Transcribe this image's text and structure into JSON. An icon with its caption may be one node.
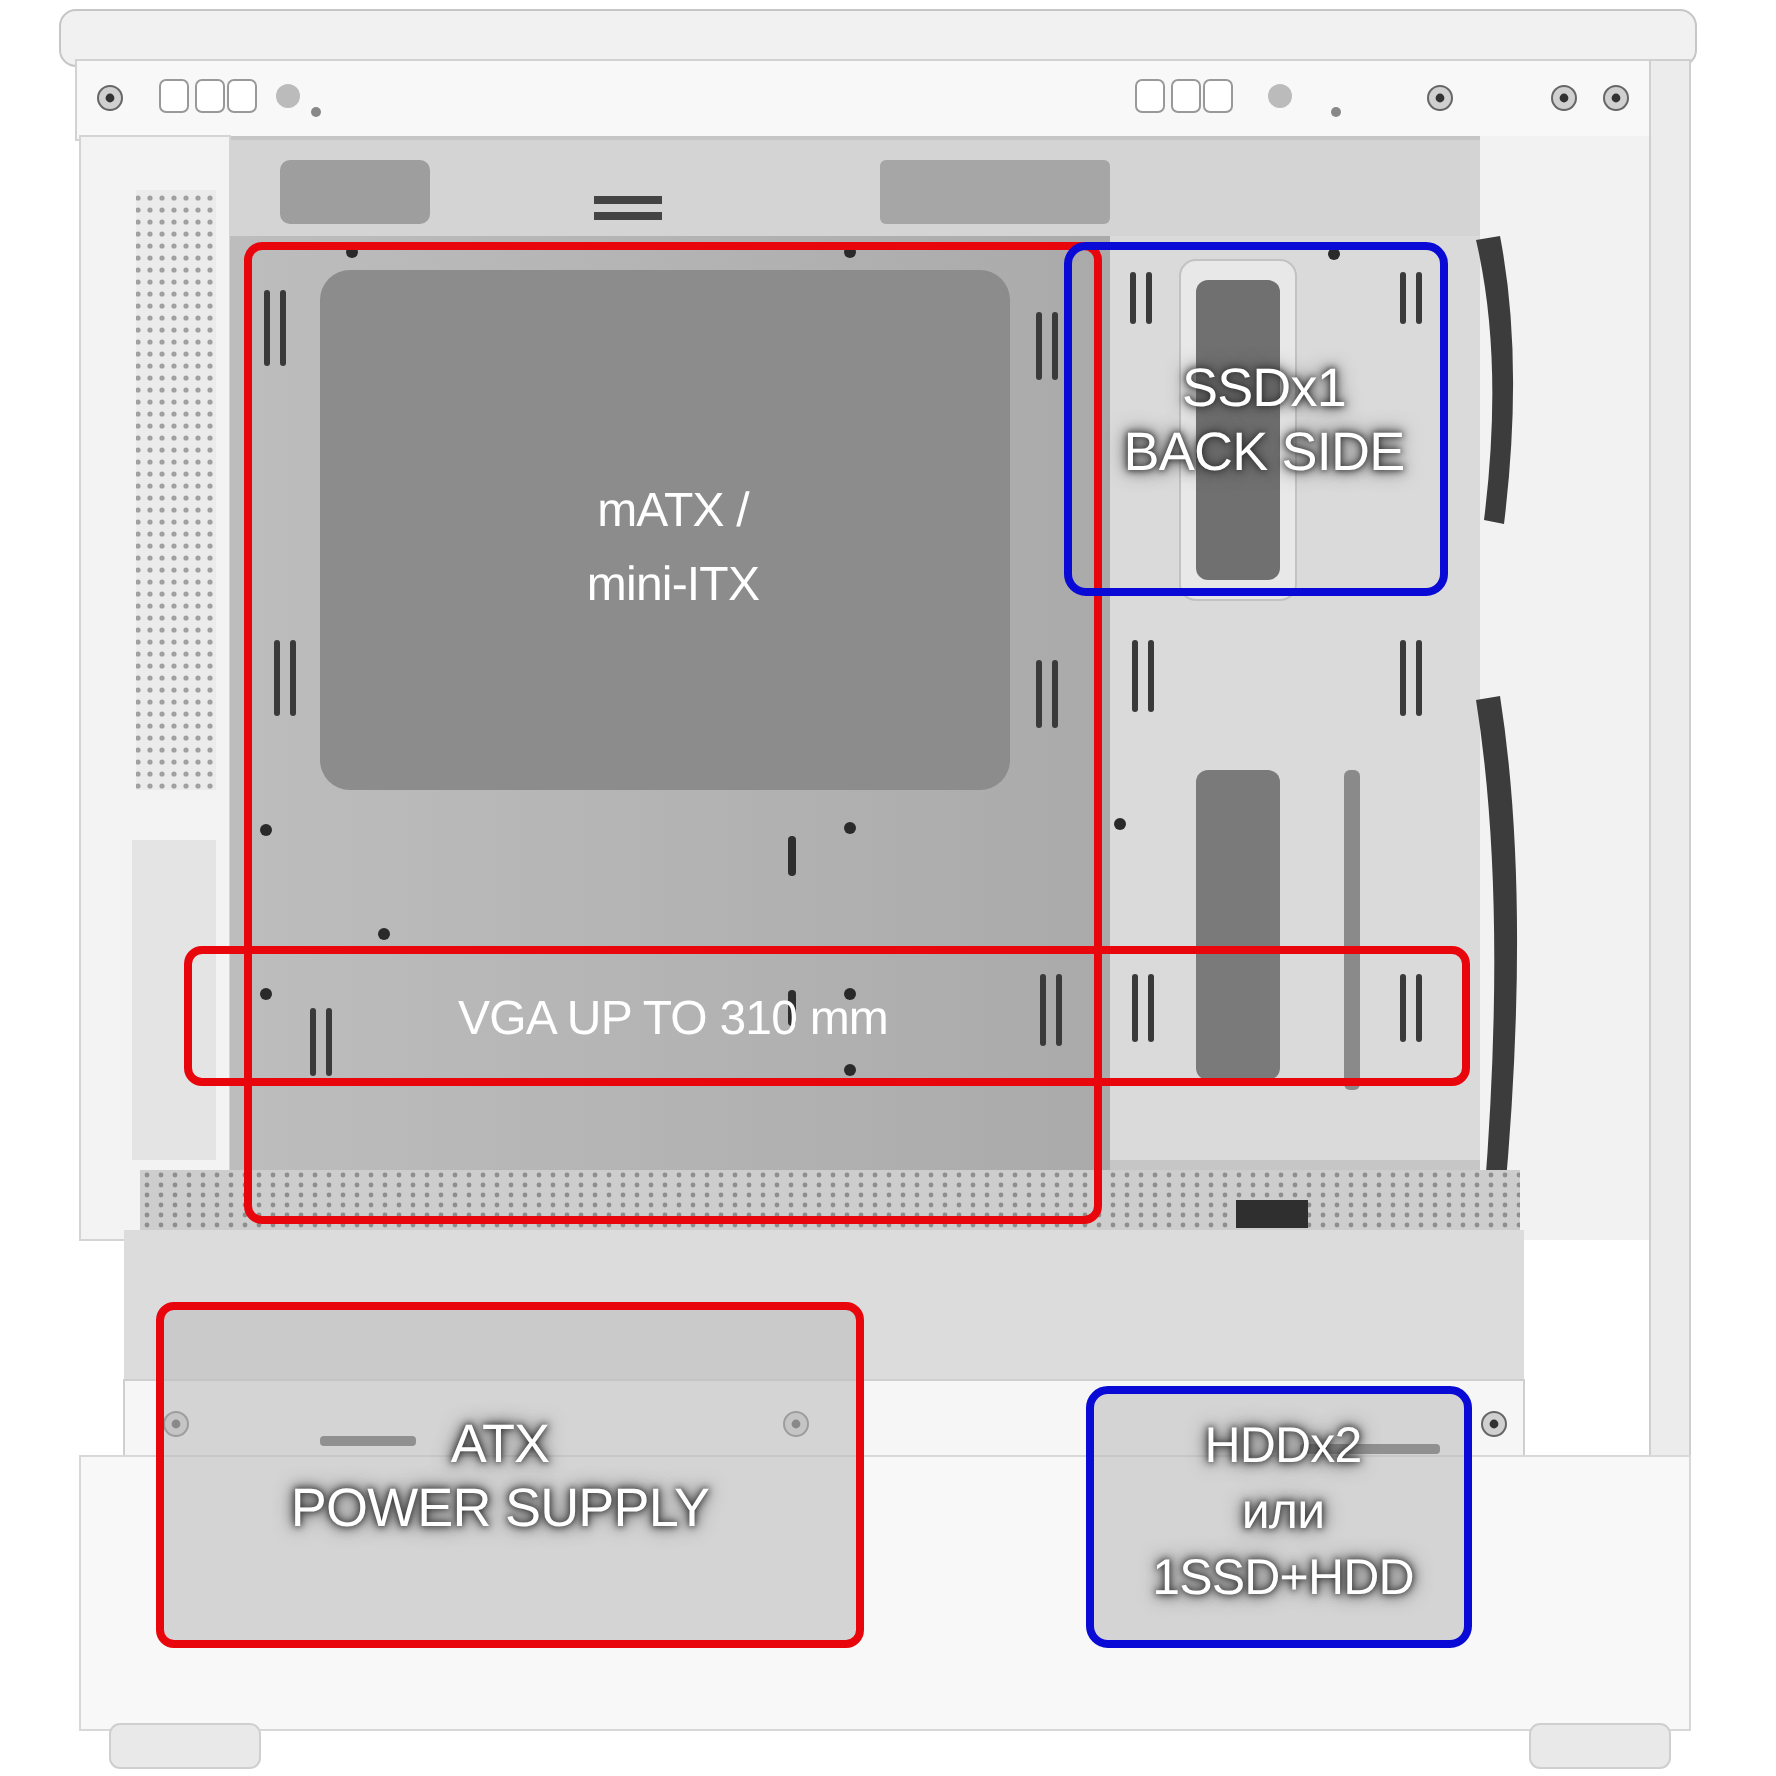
{
  "diagram": {
    "nodes": [
      {
        "text": [
          "mATX / mini-ITX"
        ]
      },
      {
        "text": [
          "VGA UP TO 310 mm"
        ]
      },
      {
        "text": [
          "SSDx1 BACK SIDE"
        ]
      },
      {
        "text": [
          "ATX POWER SUPPLY"
        ]
      },
      {
        "text": [
          "HDDx2 или 1SSD+HDD"
        ]
      }
    ]
  }
}
